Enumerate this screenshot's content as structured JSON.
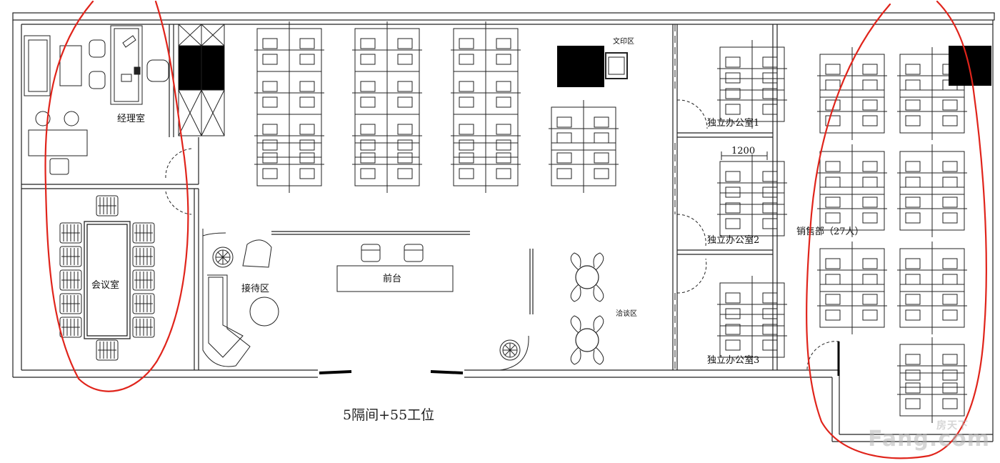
{
  "labels": {
    "manager_room": "经理室",
    "meeting_room": "会议室",
    "reception_area": "接待区",
    "front_desk": "前台",
    "print_area": "文印区",
    "negotiation_area": "洽谈区",
    "private_office_1": "独立办公室1",
    "private_office_2": "独立办公室2",
    "private_office_3": "独立办公室3",
    "sales_dept": "销售部（27人）",
    "dimension_1200": "1200"
  },
  "caption": "5隔间+55工位",
  "watermark": {
    "top": "房天下",
    "main": "Fang.com"
  },
  "colors": {
    "line": "#222222",
    "annotation_red": "#e0241b",
    "fill_black": "#000000"
  }
}
